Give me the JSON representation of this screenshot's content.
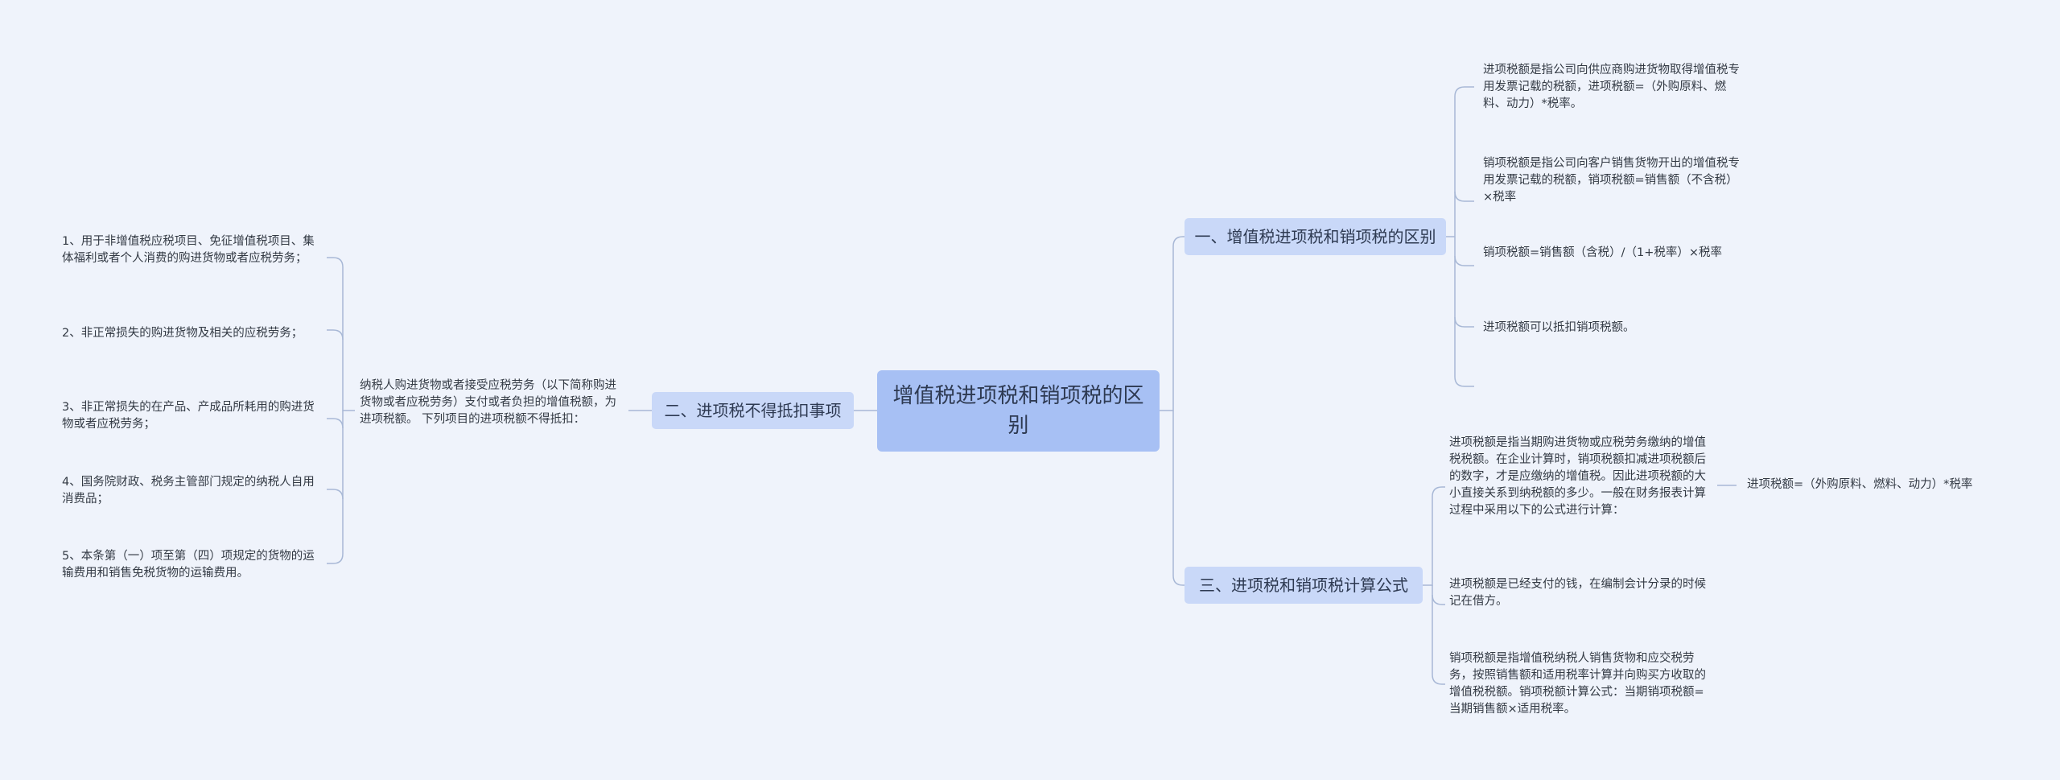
{
  "root": {
    "label": "增值税进项税和销项税的区别"
  },
  "branches": [
    {
      "label": "一、增值税进项税和销项税的区别",
      "children": [
        {
          "text": "进项税额是指公司向供应商购进货物取得增值税专用发票记载的税额，进项税额=（外购原料、燃料、动力）*税率。"
        },
        {
          "text": "销项税额是指公司向客户销售货物开出的增值税专用发票记载的税额，销项税额=销售额（不含税）×税率"
        },
        {
          "text": "销项税额=销售额（含税）/（1+税率）×税率"
        },
        {
          "text": "进项税额可以抵扣销项税额。"
        }
      ]
    },
    {
      "label": "二、进项税不得抵扣事项",
      "intro": "纳税人购进货物或者接受应税劳务（以下简称购进货物或者应税劳务）支付或者负担的增值税额，为进项税额。 下列项目的进项税额不得抵扣：",
      "children": [
        {
          "text": "1、用于非增值税应税项目、免征增值税项目、集体福利或者个人消费的购进货物或者应税劳务；"
        },
        {
          "text": "2、非正常损失的购进货物及相关的应税劳务；"
        },
        {
          "text": "3、非正常损失的在产品、产成品所耗用的购进货物或者应税劳务；"
        },
        {
          "text": "4、国务院财政、税务主管部门规定的纳税人自用消费品；"
        },
        {
          "text": "5、本条第（一）项至第（四）项规定的货物的运输费用和销售免税货物的运输费用。"
        }
      ]
    },
    {
      "label": "三、进项税和销项税计算公式",
      "children": [
        {
          "text": "进项税额是指当期购进货物或应税劳务缴纳的增值税税额。在企业计算时，销项税额扣减进项税额后的数字，才是应缴纳的增值税。因此进项税额的大小直接关系到纳税额的多少。一般在财务报表计算过程中采用以下的公式进行计算：",
          "sub": "进项税额=（外购原料、燃料、动力）*税率"
        },
        {
          "text": "进项税额是已经支付的钱，在编制会计分录的时候记在借方。"
        },
        {
          "text": "销项税额是指增值税纳税人销售货物和应交税劳务，按照销售额和适用税率计算并向购买方收取的增值税税额。销项税额计算公式：当期销项税额=当期销售额×适用税率。"
        }
      ]
    }
  ]
}
